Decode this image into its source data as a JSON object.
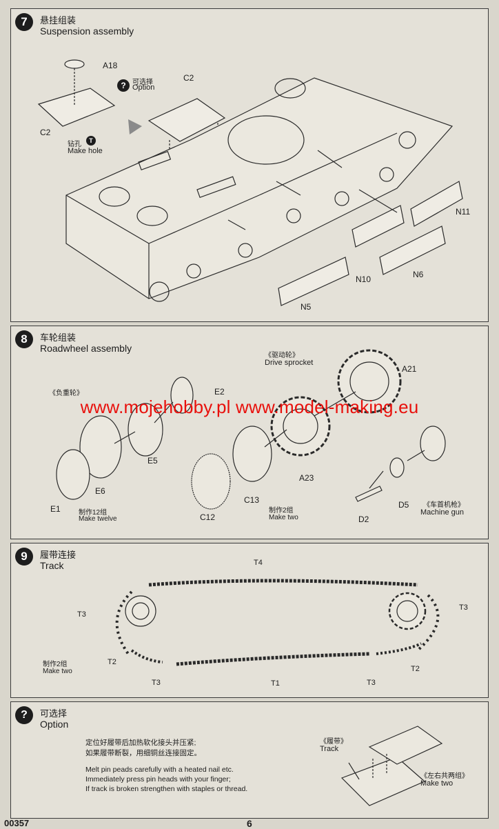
{
  "step7": {
    "number": "7",
    "title_cn": "悬挂组装",
    "title_en": "Suspension assembly",
    "labels": {
      "a18": "A18",
      "c2_left": "C2",
      "c2_center": "C2",
      "option_cn": "可选择",
      "option_en": "Option",
      "hole_cn": "钻孔",
      "hole_en": "Make hole",
      "n11": "N11",
      "n10": "N10",
      "n6": "N6",
      "n5": "N5"
    }
  },
  "step8": {
    "number": "8",
    "title_cn": "车轮组装",
    "title_en": "Roadwheel assembly",
    "labels": {
      "drive_cn": "《驱动轮》",
      "drive_en": "Drive sprocket",
      "road_cn": "《负重轮》",
      "a21": "A21",
      "e2": "E2",
      "e5": "E5",
      "e6": "E6",
      "e1": "E1",
      "a23": "A23",
      "c13": "C13",
      "c12": "C12",
      "d2": "D2",
      "d5": "D5",
      "make12_cn": "制作12组",
      "make12_en": "Make twelve",
      "make2_cn": "制作2组",
      "make2_en": "Make two",
      "mg_cn": "《车首机枪》",
      "mg_en": "Machine gun"
    }
  },
  "step9": {
    "number": "9",
    "title_cn": "履带连接",
    "title_en": "Track",
    "labels": {
      "t4": "T4",
      "t3_left": "T3",
      "t3_right": "T3",
      "t2_left": "T2",
      "t2_right": "T2",
      "t3_bottom_left": "T3",
      "t1": "T1",
      "t3_bottom_right": "T3",
      "make2_cn": "制作2组",
      "make2_en": "Make two"
    }
  },
  "option": {
    "icon": "?",
    "title_cn": "可选择",
    "title_en": "Option",
    "lines_cn": [
      "定位好履带后加热软化接头并压紧;",
      "如果履带断裂，用细铜丝连接固定。"
    ],
    "lines_en": [
      "Melt pin peads carefully with a heated nail etc.",
      "Immediately press pin heads with your finger;",
      "If track is broken strengthen with staples or thread."
    ],
    "track_cn": "《履带》",
    "track_en": "Track",
    "pair_cn": "《左右共两组》",
    "pair_en": "Make two"
  },
  "watermark": "www.mojehobby.pl www.model-making.eu",
  "footer": {
    "code": "00357",
    "page": "6"
  }
}
